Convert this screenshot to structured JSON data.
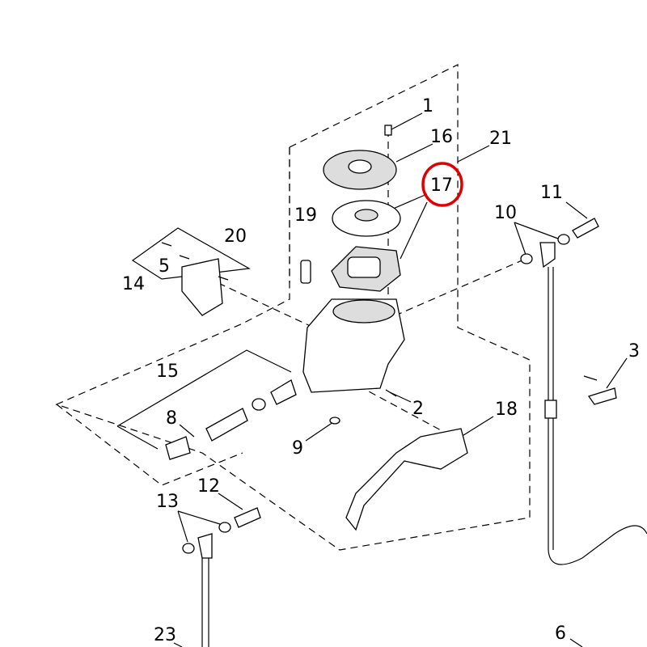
{
  "diagram": {
    "highlight_color": "#e00000",
    "highlighted_callout": "17",
    "callouts": {
      "c1": "1",
      "c16": "16",
      "c21": "21",
      "c17": "17",
      "c19": "19",
      "c20": "20",
      "c5": "5",
      "c14": "14",
      "c11": "11",
      "c10": "10",
      "c15": "15",
      "c8": "8",
      "c2": "2",
      "c9": "9",
      "c18": "18",
      "c3": "3",
      "c12": "12",
      "c13": "13",
      "c23": "23",
      "c6": "6"
    }
  }
}
